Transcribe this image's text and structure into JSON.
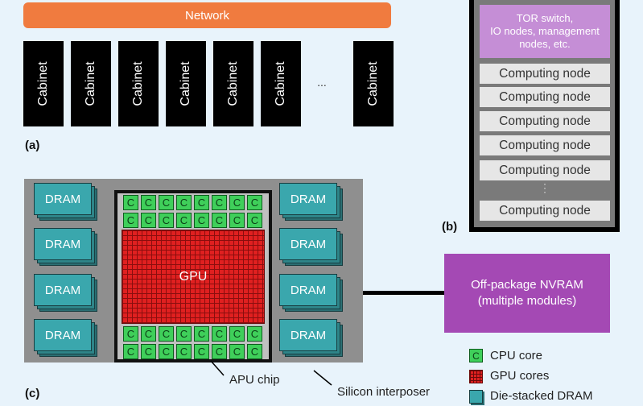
{
  "panel_a": {
    "network_label": "Network",
    "cabinets": [
      "Cabinet",
      "Cabinet",
      "Cabinet",
      "Cabinet",
      "Cabinet",
      "Cabinet",
      "Cabinet"
    ],
    "ellipsis": "...",
    "label": "(a)"
  },
  "panel_b": {
    "tor_label": "TOR switch,\nIO nodes, management\nnodes, etc.",
    "nodes": [
      "Computing node",
      "Computing node",
      "Computing node",
      "Computing node",
      "Computing node",
      "Computing node"
    ],
    "ellipsis": "⋮",
    "label": "(b)"
  },
  "panel_c": {
    "dram_label": "DRAM",
    "cpu_letter": "C",
    "gpu_label": "GPU",
    "nvram_label": "Off-package NVRAM\n(multiple modules)",
    "apu_label": "APU chip",
    "interposer_label": "Silicon interposer",
    "label": "(c)",
    "legend": {
      "cpu": "CPU core",
      "gpu": "GPU cores",
      "dram": "Die-stacked DRAM"
    }
  },
  "colors": {
    "network": "#f07b3f",
    "tor": "#c58ed6",
    "cpu": "#3fcf5a",
    "gpu": "#e02020",
    "dram": "#3aa7ad",
    "nvram": "#a449b4"
  }
}
